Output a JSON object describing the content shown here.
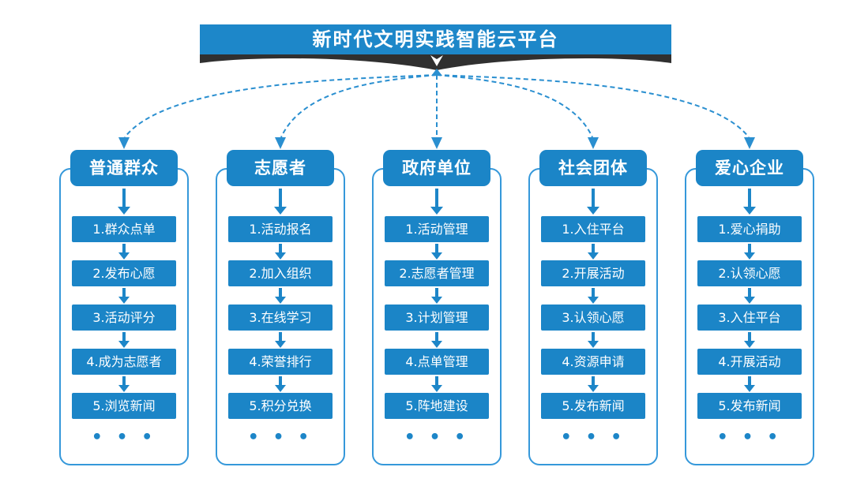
{
  "title": "新时代文明实践智能云平台",
  "more_indicator": "• • •",
  "columns": [
    {
      "header": "普通群众",
      "steps": [
        "1.群众点单",
        "2.发布心愿",
        "3.活动评分",
        "4.成为志愿者",
        "5.浏览新闻"
      ]
    },
    {
      "header": "志愿者",
      "steps": [
        "1.活动报名",
        "2.加入组织",
        "3.在线学习",
        "4.荣誉排行",
        "5.积分兑换"
      ]
    },
    {
      "header": "政府单位",
      "steps": [
        "1.活动管理",
        "2.志愿者管理",
        "3.计划管理",
        "4.点单管理",
        "5.阵地建设"
      ]
    },
    {
      "header": "社会团体",
      "steps": [
        "1.入住平台",
        "2.开展活动",
        "3.认领心愿",
        "4.资源申请",
        "5.发布新闻"
      ]
    },
    {
      "header": "爱心企业",
      "steps": [
        "1.爱心捐助",
        "2.认领心愿",
        "3.入住平台",
        "4.开展活动",
        "5.发布新闻"
      ]
    }
  ],
  "colors": {
    "banner_blue": "#1d87c9",
    "box_blue": "#1b85c7",
    "outline_blue": "#3598da",
    "connector_blue": "#2a8fd0",
    "ribbon_dark": "#303030"
  }
}
